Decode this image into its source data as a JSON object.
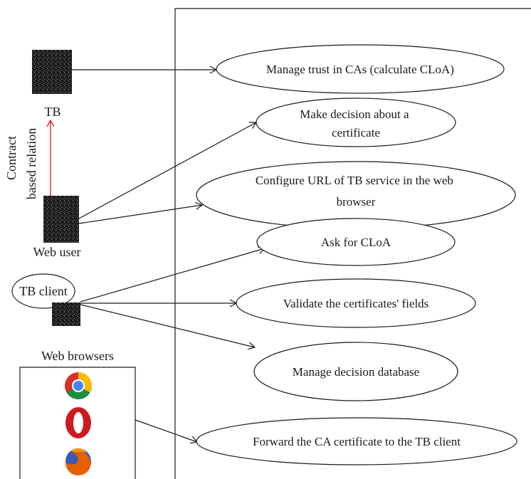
{
  "actors": {
    "tb": {
      "label": "TB"
    },
    "web_user": {
      "label": "Web user"
    },
    "tb_client": {
      "label": "TB client"
    },
    "web_browsers": {
      "label": "Web browsers"
    }
  },
  "relation": {
    "line1": "Contract",
    "line2": "based relation"
  },
  "use_cases": {
    "manage_trust": {
      "lines": [
        "Manage trust in CAs (calculate CLoA)"
      ]
    },
    "make_decision": {
      "lines": [
        "Make decision about a",
        "certificate"
      ]
    },
    "configure_url": {
      "lines": [
        "Configure URL of TB service in the web",
        "browser"
      ]
    },
    "ask_cloa": {
      "lines": [
        "Ask for CLoA"
      ]
    },
    "validate_fields": {
      "lines": [
        "Validate the certificates' fields"
      ]
    },
    "manage_db": {
      "lines": [
        "Manage decision database"
      ]
    },
    "forward_cert": {
      "lines": [
        "Forward the CA certificate to the TB client"
      ]
    }
  },
  "browser_icons": [
    "chrome-icon",
    "opera-icon",
    "firefox-icon"
  ],
  "colors": {
    "line": "#1a1a1a",
    "relation_arrow": "#d4282a"
  }
}
